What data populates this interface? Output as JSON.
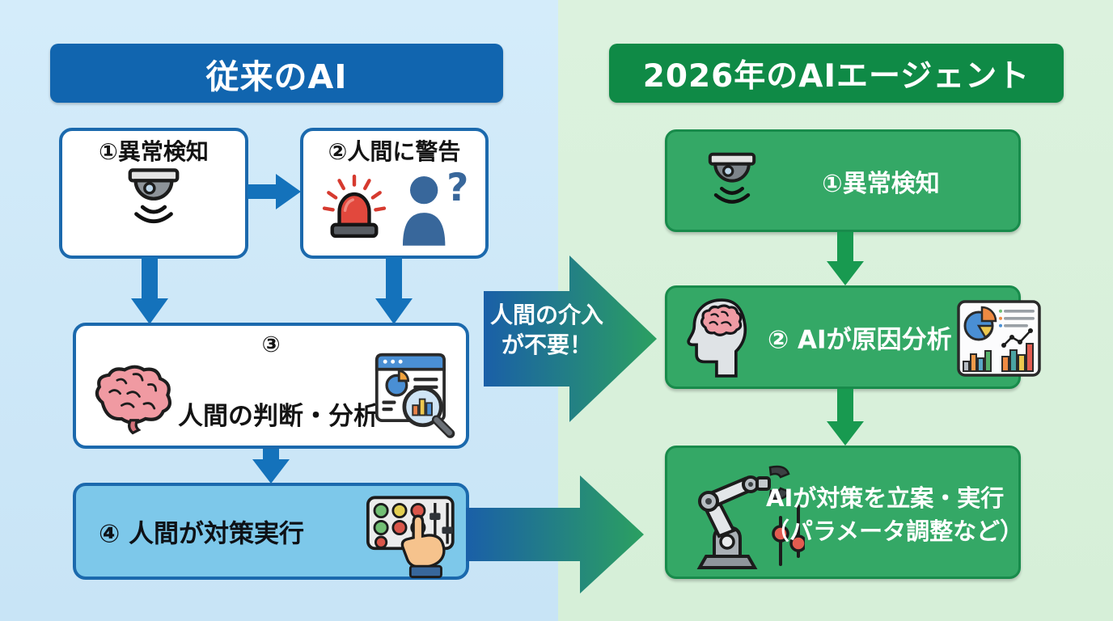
{
  "diagram": {
    "left": {
      "title": "従来のAI",
      "steps": {
        "detect": {
          "label": "①異常検知"
        },
        "alert": {
          "label": "②人間に警告",
          "question_mark": "?"
        },
        "judge": {
          "number": "③",
          "label": "人間の判断・分析"
        },
        "execute": {
          "label": "④ 人間が対策実行"
        }
      },
      "colors": {
        "background": "#cfe8f8",
        "header": "#1165af",
        "box_border": "#1b69ad",
        "box_fill": "#ffffff",
        "step4_fill": "#7dc8ea",
        "arrow": "#1472bb"
      }
    },
    "transition": {
      "label_line1": "人間の介入",
      "label_line2": "が不要！",
      "colors": {
        "gradient_start": "#1a5fa8",
        "gradient_end": "#2ba061"
      }
    },
    "right": {
      "title": "2026年のAIエージェント",
      "steps": {
        "detect": {
          "label": "①異常検知"
        },
        "analyze": {
          "label": "② AIが原因分析"
        },
        "act": {
          "label_line1": "AIが対策を立案・実行",
          "label_line2": "（パラメータ調整など）"
        }
      },
      "colors": {
        "background": "#daf1dc",
        "header": "#0f8a46",
        "box_fill": "#34a866",
        "box_border": "#188b4b",
        "arrow": "#189a50"
      }
    },
    "icons": {
      "left_detect": "security-camera-icon",
      "left_alert": [
        "siren-icon",
        "person-question-icon"
      ],
      "left_judge": [
        "brain-icon",
        "dashboard-magnifier-icon"
      ],
      "left_execute": "control-panel-hand-icon",
      "right_detect": "security-camera-icon",
      "right_analyze": [
        "head-brain-icon",
        "analytics-card-icon"
      ],
      "right_act": "robot-arm-sliders-icon"
    }
  }
}
